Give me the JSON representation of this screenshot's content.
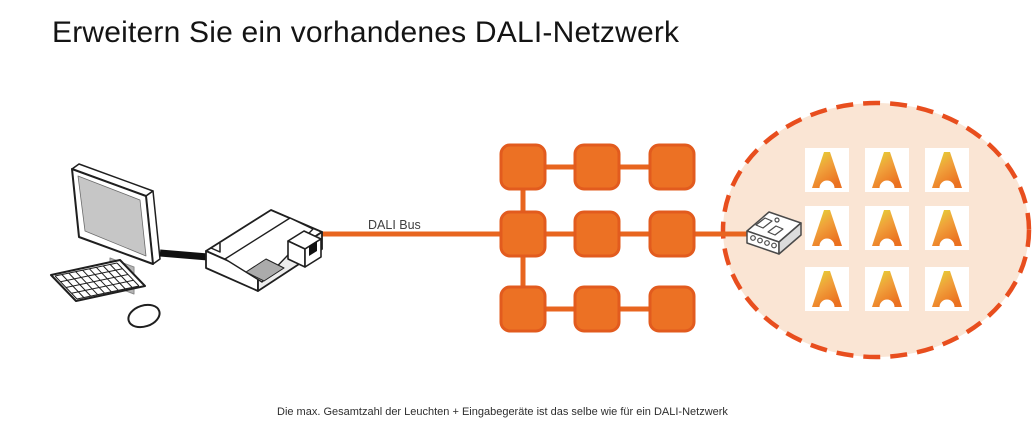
{
  "title": "Erweitern Sie ein vorhandenes DALI-Netzwerk",
  "diagram": {
    "bus_label": "DALI Bus",
    "caption": "Die max. Gesamtzahl der Leuchten + Eingabegeräte ist das selbe wie für ein DALI-Netzwerk",
    "network_grid": {
      "rows": 3,
      "cols": 3,
      "meaning": "existing DALI network nodes"
    },
    "luminaires": {
      "rows": 3,
      "cols": 3,
      "meaning": "lamps in the extended network zone"
    },
    "icons": {
      "computer": "computer-icon",
      "interface": "usb-dali-interface-icon",
      "gateway": "dali-gateway-icon",
      "lamp": "lamp-icon"
    },
    "colors": {
      "node_fill": "#EC7124",
      "node_border": "#E25B1E",
      "bus_line": "#E8651F",
      "ellipse_fill": "#FAE5D4",
      "ellipse_border": "#E84E1E",
      "lamp_top": "#E2DC33",
      "lamp_mid": "#F0A13B",
      "lamp_bottom": "#EB7120",
      "cable": "#111111"
    }
  }
}
